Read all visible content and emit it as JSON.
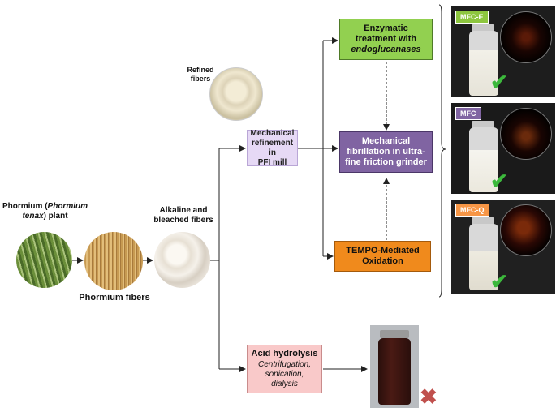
{
  "plant": {
    "label_l1": "Phormium (",
    "label_italic": "Phormium",
    "label_l2a": "tenax",
    "label_l2b": ") plant"
  },
  "fibers": {
    "label": "Phormium fibers"
  },
  "bleached": {
    "label_l1": "Alkaline and",
    "label_l2": "bleached fibers"
  },
  "refined": {
    "label_l1": "Refined",
    "label_l2": "fibers"
  },
  "pfi": {
    "l1": "Mechanical",
    "l2": "refinement in",
    "l3": "PFI mill"
  },
  "enzymatic": {
    "l1": "Enzymatic",
    "l2": "treatment with",
    "l3": "endoglucanases"
  },
  "grinder": {
    "l1": "Mechanical",
    "l2": "fibrillation in ultra-",
    "l3": "fine friction grinder"
  },
  "tempo": {
    "l1": "TEMPO-Mediated",
    "l2": "Oxidation"
  },
  "acid": {
    "title": "Acid hydrolysis",
    "l1": "Centrifugation,",
    "l2": "sonication,",
    "l3": "dialysis"
  },
  "samples": [
    {
      "tag": "MFC-E",
      "tag_color": "#8dc63f"
    },
    {
      "tag": "MFC",
      "tag_color": "#8064a2"
    },
    {
      "tag": "MFC-Q",
      "tag_color": "#f79646"
    }
  ],
  "colors": {
    "green_box": "#92d050",
    "purple_box": "#8064a2",
    "orange_box": "#f08a1c",
    "pink_box": "#f9c9c9",
    "lilac_box": "#e6d9f5",
    "check": "#3cb83c",
    "cross": "#c0504d"
  }
}
